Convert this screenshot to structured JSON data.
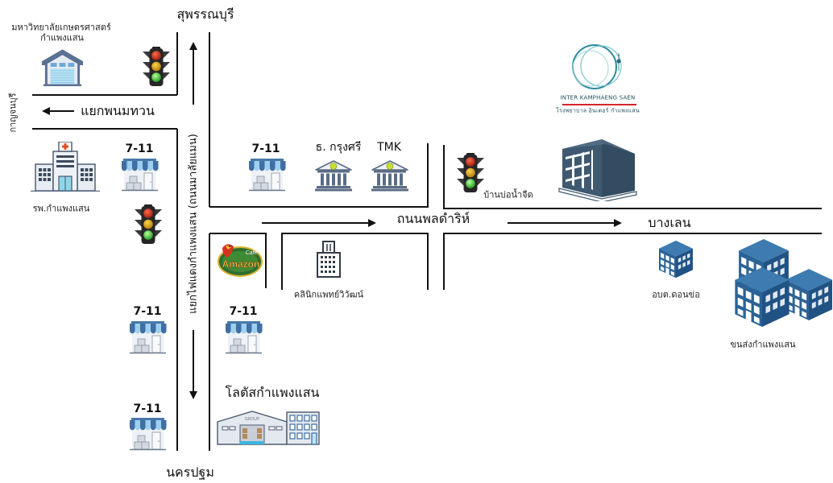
{
  "directions": {
    "north": "สุพรรณบุรี",
    "south": "นครปฐม",
    "west": "กาญจนบุรี",
    "east": "บางเลน"
  },
  "roads": {
    "junction_west": "แยกพนมทวน",
    "main_vertical": "แยกไฟแดงกำแพงแสน (ถนนมาลัยแมน)",
    "main_horizontal": "ถนนพลดำริห์"
  },
  "landmarks": {
    "university": {
      "line1": "มหาวิทยาลัยเกษตรศาสตร์",
      "line2": "กำแพงแสน",
      "icon": "warehouse-icon"
    },
    "hospital": {
      "label": "รพ.กำแพงแสน",
      "icon": "hospital-icon"
    },
    "stores": [
      {
        "label": "7-11",
        "icon": "convenience-store-icon"
      },
      {
        "label": "7-11",
        "icon": "convenience-store-icon"
      },
      {
        "label": "7-11",
        "icon": "convenience-store-icon"
      },
      {
        "label": "7-11",
        "icon": "convenience-store-icon"
      },
      {
        "label": "7-11",
        "icon": "convenience-store-icon"
      }
    ],
    "banks": [
      {
        "label": "ธ. กรุงศรี",
        "icon": "bank-icon"
      },
      {
        "label": "TMK",
        "icon": "bank-icon"
      }
    ],
    "traffic_light_label": "บ้านบ่อน้ำจืด",
    "inter_hospital": {
      "name_en": "INTER KAMPHAENG SAEN",
      "name_th": "โรงพยาบาล อินเตอร์ กำแพงแสน",
      "icon": "office-building-icon"
    },
    "cafe": {
      "logo_top": "Café",
      "logo_main": "Amazon",
      "icon": "cafe-amazon-logo"
    },
    "clinic": {
      "label": "คลินิกแพทย์วิวัฒน์",
      "icon": "clinic-building-icon"
    },
    "lotus": {
      "label": "โลตัสกำแพงแสน",
      "sign": "GROUP",
      "icon": "supermarket-icon"
    },
    "sao": {
      "label": "อบต.ดอนข่อ",
      "icon": "government-building-icon"
    },
    "transport": {
      "label": "ขนส่งกำแพงแสน",
      "icon": "building-cluster-icon"
    }
  },
  "colors": {
    "road_line": "#111111",
    "store_awning_dark": "#3f6fa3",
    "store_awning_light": "#9dd0f0",
    "bank": "#5b6c85",
    "bank_coin": "#c9de32",
    "office_dark": "#3f5a70",
    "blue_building": "#2c6396",
    "logo_teal": "#2b8a9a",
    "logo_red_line": "#d7262b",
    "cross_red": "#e24a2a"
  }
}
